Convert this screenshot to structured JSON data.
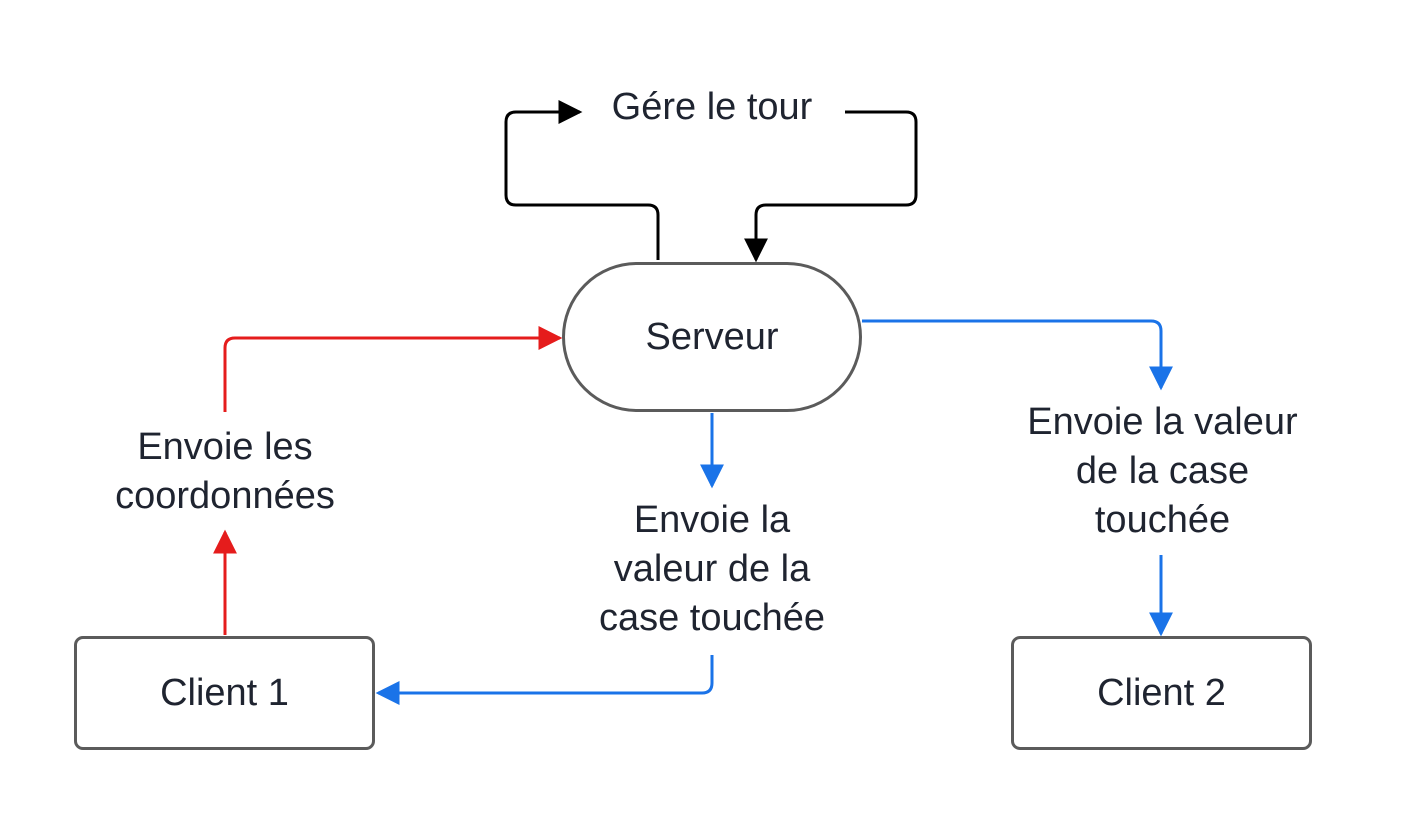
{
  "nodes": {
    "server": "Serveur",
    "client1": "Client 1",
    "client2": "Client 2"
  },
  "labels": {
    "manage_turn": "Gére le tour",
    "send_coordinates": "Envoie les\ncoordonnées",
    "send_value_middle": "Envoie la\nvaleur de la\ncase touchée",
    "send_value_right": "Envoie la valeur\nde la case\ntouchée"
  },
  "colors": {
    "black": "#000000",
    "red": "#e51c1c",
    "blue": "#1a73e8",
    "border": "#5b5b5b",
    "text": "#1f2430"
  }
}
